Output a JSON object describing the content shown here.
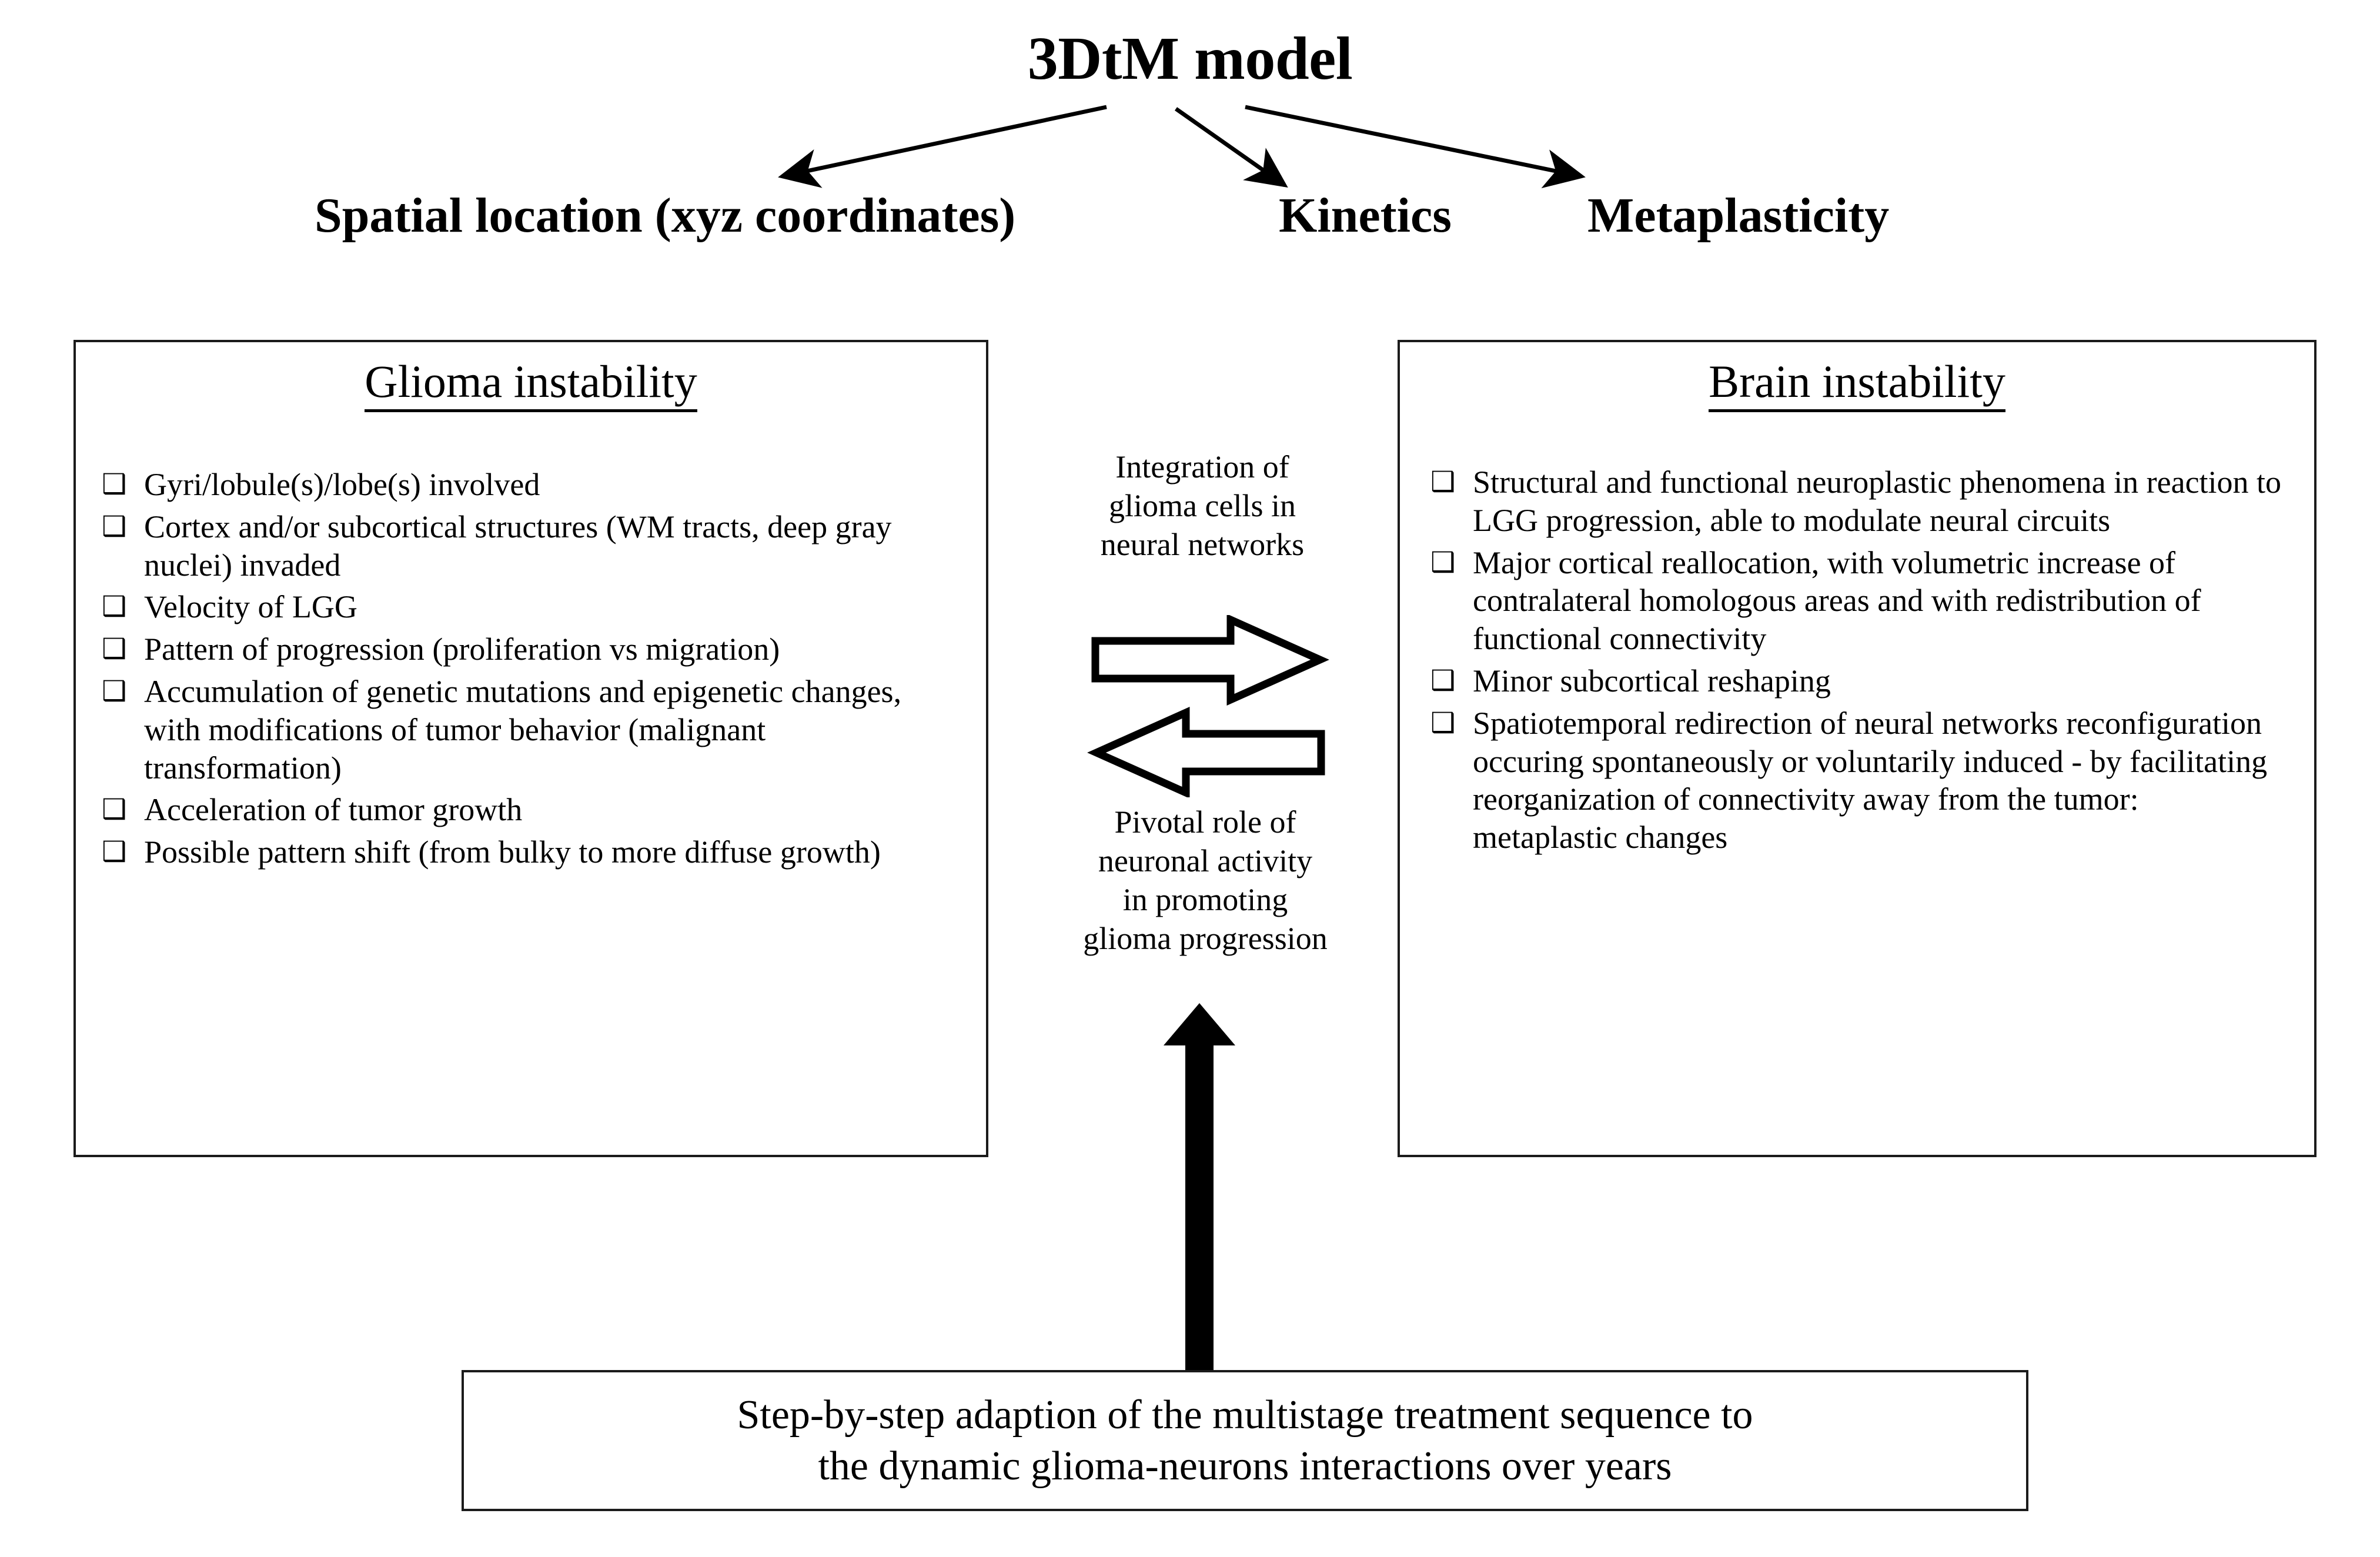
{
  "diagram": {
    "title": "3DtM model",
    "branches": [
      {
        "label": "Spatial location (xyz coordinates)"
      },
      {
        "label": "Kinetics"
      },
      {
        "label": "Metaplasticity"
      }
    ],
    "left_panel": {
      "title": "Glioma instability",
      "bullet_glyph": "❑",
      "items": [
        "Gyri/lobule(s)/lobe(s) involved",
        "Cortex and/or subcortical structures (WM tracts, deep gray nuclei) invaded",
        "Velocity of LGG",
        "Pattern of progression (proliferation vs migration)",
        "Accumulation of genetic mutations and epigenetic changes, with modifications of tumor behavior (malignant transformation)",
        "Acceleration of tumor growth",
        "Possible pattern shift (from bulky to more diffuse growth)"
      ]
    },
    "right_panel": {
      "title": "Brain instability",
      "bullet_glyph": "❑",
      "items": [
        "Structural and functional neuroplastic phenomena in reaction to LGG progression, able to modulate neural circuits",
        "Major cortical reallocation, with volumetric increase of contralateral homologous areas and with redistribution of functional connectivity",
        "Minor subcortical reshaping",
        "Spatiotemporal redirection of neural networks reconfiguration occuring spontaneously or voluntarily induced - by facilitating reorganization of connectivity away from the tumor: metaplastic changes"
      ]
    },
    "center": {
      "top_caption": "Integration of\nglioma cells in\nneural networks",
      "bottom_caption": "Pivotal role of\nneuronal activity\nin promoting\nglioma progression",
      "arrow_right_name": "block-arrow-right",
      "arrow_left_name": "block-arrow-left"
    },
    "bottom_panel": {
      "text": "Step-by-step adaption of the multistage treatment sequence to\nthe dynamic glioma-neurons interactions over years"
    },
    "colors": {
      "stroke": "#1b1b1b",
      "text": "#000000",
      "background": "#ffffff"
    }
  }
}
